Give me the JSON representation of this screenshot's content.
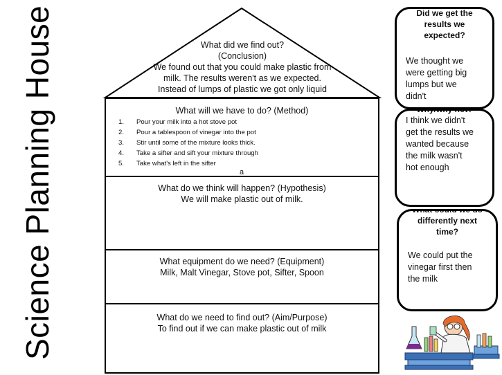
{
  "title": "Science Planning House",
  "conclusion": {
    "heading": "What did we find out?",
    "subheading": "(Conclusion)",
    "lines": [
      "We found out that you could make plastic from",
      "milk. The results weren't as we expected.",
      "Instead of lumps of plastic  we got only liquid"
    ]
  },
  "method": {
    "heading": "What will we have to do? (Method)",
    "steps": [
      {
        "num": "1.",
        "text": "Pour your milk into a hot stove pot"
      },
      {
        "num": "2.",
        "text": "Pour a tablespoon of vinegar into the pot"
      },
      {
        "num": "3.",
        "text": "Stir until some of the mixture looks thick."
      },
      {
        "num": "4.",
        "text": "Take a sifter and sift your mixture through"
      },
      {
        "num": "5.",
        "text": "Take what's left in the sifter"
      }
    ],
    "stray": "a"
  },
  "hypothesis": {
    "heading": "What do we think will happen? (Hypothesis)",
    "text": "We will make plastic out of milk."
  },
  "equipment": {
    "heading": "What equipment do we need? (Equipment)",
    "text": "Milk, Malt Vinegar, Stove pot, Sifter, Spoon"
  },
  "aim": {
    "heading": "What do we need to find out? (Aim/Purpose)",
    "text": "To find out if we can make plastic out of milk"
  },
  "clouds": [
    {
      "question": [
        "Did we get the",
        "results we",
        "expected?"
      ],
      "answer": [
        "We thought we",
        "were getting big",
        "lumps but we",
        "didn't"
      ]
    },
    {
      "question": [
        "Why/why not?"
      ],
      "answer": [
        "I think we didn't",
        "get the results we",
        "wanted because",
        "the milk wasn't",
        "hot enough"
      ]
    },
    {
      "question": [
        "What could we do",
        "differently next",
        "time?"
      ],
      "answer": [
        "We could put the",
        "vinegar first then",
        "the milk"
      ]
    }
  ]
}
